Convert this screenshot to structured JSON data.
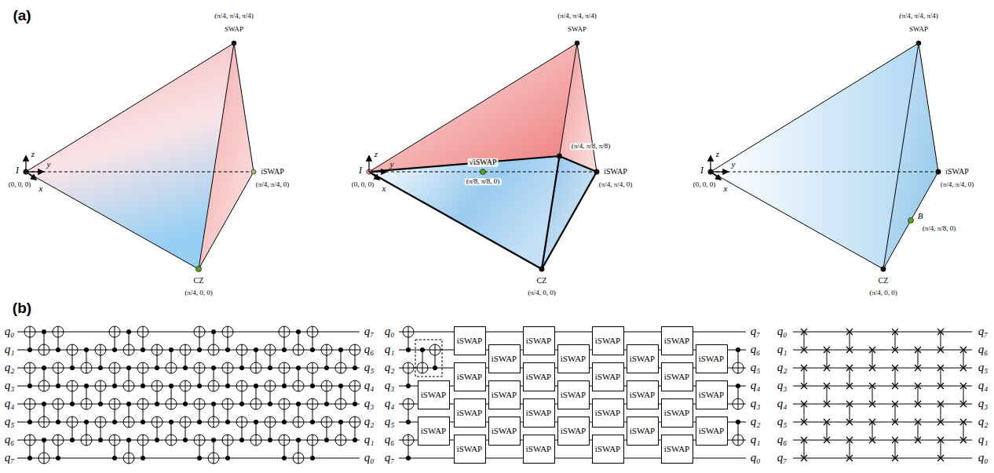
{
  "diagram": {
    "nodes": [
      {
        "text": [
          "iSWAP"
        ]
      },
      {
        "text": [
          "iSWAP"
        ]
      },
      {
        "text": [
          "iSWAP"
        ]
      },
      {
        "text": [
          "iSWAP"
        ]
      },
      {
        "text": [
          "iSWAP"
        ]
      },
      {
        "text": [
          "iSWAP"
        ]
      },
      {
        "text": [
          "iSWAP"
        ]
      },
      {
        "text": [
          "iSWAP"
        ]
      },
      {
        "text": [
          "iSWAP"
        ]
      },
      {
        "text": [
          "iSWAP"
        ]
      },
      {
        "text": [
          "iSWAP"
        ]
      },
      {
        "text": [
          "iSWAP"
        ]
      },
      {
        "text": [
          "iSWAP"
        ]
      },
      {
        "text": [
          "iSWAP"
        ]
      },
      {
        "text": [
          "iSWAP"
        ]
      },
      {
        "text": [
          "iSWAP"
        ]
      },
      {
        "text": [
          "iSWAP"
        ]
      },
      {
        "text": [
          "iSWAP"
        ]
      },
      {
        "text": [
          "iSWAP"
        ]
      },
      {
        "text": [
          "iSWAP"
        ]
      },
      {
        "text": [
          "iSWAP"
        ]
      },
      {
        "text": [
          "iSWAP"
        ]
      },
      {
        "text": [
          "iSWAP"
        ]
      },
      {
        "text": [
          "iSWAP"
        ]
      },
      {
        "text": [
          "iSWAP"
        ]
      },
      {
        "text": [
          "iSWAP"
        ]
      },
      {
        "text": [
          "iSWAP"
        ]
      },
      {
        "text": [
          "iSWAP"
        ]
      },
      {
        "text": [
          "iSWAP"
        ]
      },
      {
        "text": [
          "iSWAP"
        ]
      }
    ],
    "labels": [
      "(a)",
      "(π/4, π/4, π/4)",
      "SWAP",
      "I",
      "(0, 0, 0)",
      "z",
      "y",
      "x",
      "iSWAP",
      "(π/4, π/4, 0)",
      "CZ",
      "(π/4, 0, 0)",
      "(π/4, π/4, π/4)",
      "SWAP",
      "I",
      "(0, 0, 0)",
      "z",
      "y",
      "x",
      "iSWAP",
      "(π/4, π/4, 0)",
      "CZ",
      "(π/4, 0, 0)",
      "(π/4, π/8, π/8)",
      "√iSWAP",
      "(π/8, π/8, 0)",
      "(π/4, π/4, π/4)",
      "SWAP",
      "I",
      "(0, 0, 0)",
      "z",
      "y",
      "x",
      "iSWAP",
      "(π/4, π/4, 0)",
      "CZ",
      "(π/4, 0, 0)",
      "B",
      "(π/4, π/8, 0)",
      "(b)",
      "q₀",
      "q₁",
      "q₂",
      "q₃",
      "q₄",
      "q₅",
      "q₆",
      "q₇",
      "q₇",
      "q₆",
      "q₅",
      "q₄",
      "q₃",
      "q₂",
      "q₁",
      "q₀",
      "q₀",
      "q₁",
      "q₂",
      "q₃",
      "q₄",
      "q₅",
      "q₆",
      "q₇",
      "q₇",
      "q₆",
      "q₅",
      "q₄",
      "q₃",
      "q₂",
      "q₁",
      "q₀",
      "q₀",
      "q₁",
      "q₂",
      "q₃",
      "q₄",
      "q₅",
      "q₆",
      "q₇",
      "q₇",
      "q₆",
      "q₅",
      "q₄",
      "q₃",
      "q₂",
      "q₁",
      "q₀"
    ]
  }
}
